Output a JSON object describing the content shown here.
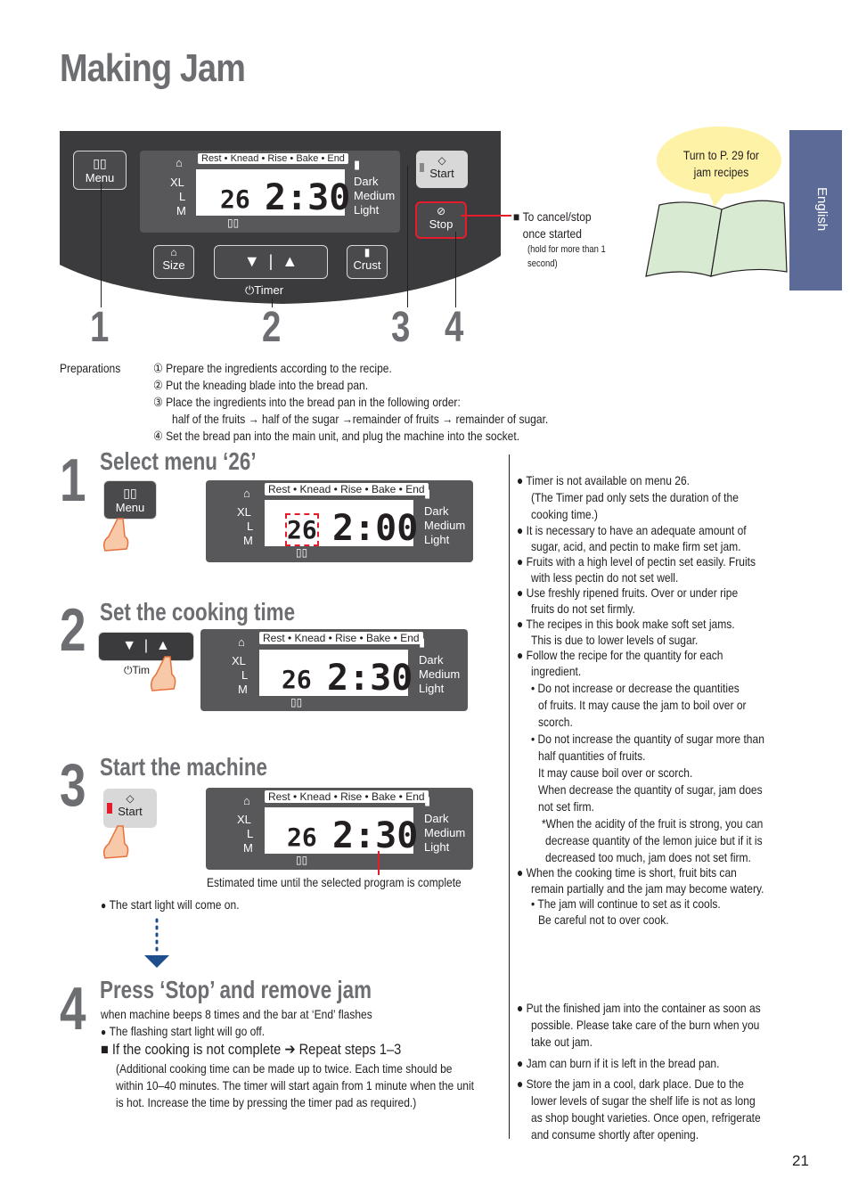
{
  "page_title": "Making Jam",
  "language_tab": "English",
  "page_number": "21",
  "control_panel": {
    "menu_label": "Menu",
    "size_label": "Size",
    "crust_label": "Crust",
    "start_label": "Start",
    "stop_label": "Stop",
    "timer_label": "Timer",
    "sequence": "Rest • Knead • Rise • Bake • End",
    "sizes": [
      "XL",
      "L",
      "M"
    ],
    "crusts": [
      "Dark",
      "Medium",
      "Light"
    ],
    "menu_number": "26",
    "time": "2:30"
  },
  "callout": {
    "bubble": "Turn to P. 29 for jam recipes",
    "stop_note": "To cancel/stop once started",
    "stop_note_small": "(hold for more than 1 second)"
  },
  "labels": [
    "1",
    "2",
    "3",
    "4"
  ],
  "preparations": {
    "heading": "Preparations",
    "items": [
      "① Prepare the ingredients according to the recipe.",
      "② Put the kneading blade into the bread pan.",
      "③ Place the ingredients into the bread pan in the following order:",
      "half of the fruits → half of the sugar →remainder of fruits → remainder of sugar.",
      "④ Set the bread pan into the main unit, and plug the machine into the socket."
    ]
  },
  "steps": [
    {
      "num": "1",
      "title": "Select menu ‘26’",
      "menu_number": "26",
      "time": "2:00"
    },
    {
      "num": "2",
      "title": "Set the cooking time",
      "menu_number": "26",
      "time": "2:30",
      "timer_partial": "Tim"
    },
    {
      "num": "3",
      "title": "Start the machine",
      "menu_number": "26",
      "time": "2:30",
      "caption": "Estimated time until the selected program is complete",
      "note": "The start light will come on."
    },
    {
      "num": "4",
      "title": "Press ‘Stop’ and remove jam",
      "lines": [
        "when machine beeps 8 times and the bar at ‘End’ flashes",
        "The flashing start light will go off."
      ],
      "incomplete_heading": "If the cooking is not complete ➔ Repeat steps 1–3",
      "incomplete_body": [
        "(Additional cooking time can be made up to twice. Each time should be",
        "within 10–40 minutes. The timer will start again from 1 minute when the unit",
        "is hot. Increase the time by pressing the timer pad as required.)"
      ]
    }
  ],
  "notes_right": [
    "Timer is not available on menu 26.",
    "(The Timer pad only sets the duration of the",
    "cooking time.)",
    "It is necessary to have an adequate amount of",
    "sugar, acid, and pectin to make firm set jam.",
    "Fruits with a high level of pectin set easily. Fruits",
    "with less pectin do not set well.",
    "Use freshly ripened fruits. Over or under ripe",
    "fruits do not set firmly.",
    "The recipes in this book make soft set jams.",
    "This is due to lower levels of sugar.",
    "Follow the recipe for the quantity for each",
    "ingredient.",
    "• Do not increase or decrease the quantities",
    "of fruits. It may cause the jam to boil over or",
    "scorch.",
    "• Do not increase the quantity of sugar more than",
    "half quantities of fruits.",
    "It may cause boil over or scorch.",
    "When decrease the quantity of sugar, jam does",
    "not set firm.",
    "*When the acidity of the fruit is strong, you can",
    "decrease quantity of the lemon juice but if it is",
    "decreased too much, jam does not set firm.",
    "When the cooking time is short, fruit bits can",
    "remain partially and the jam may become watery.",
    "• The jam will continue to set as it cools.",
    "Be careful not to over cook."
  ],
  "notes_bottom": [
    "Put the finished jam into the container as soon as",
    "possible. Please take care of the burn when you",
    "take out jam.",
    "Jam can burn if it is left in the bread pan.",
    "Store the jam in a cool, dark place. Due to the",
    "lower levels of sugar the shelf life is not as long",
    "as shop bought varieties. Once open, refrigerate",
    "and consume shortly after opening."
  ],
  "colors": {
    "accent_red": "#e51c2b",
    "tab_blue": "#5b6a96",
    "panel_dark": "#3b3b3d",
    "title_gray": "#6d6e71",
    "bubble_yellow": "#fdf2a6",
    "book_green": "#d9ead3",
    "arrow_blue": "#1f4e8c"
  }
}
